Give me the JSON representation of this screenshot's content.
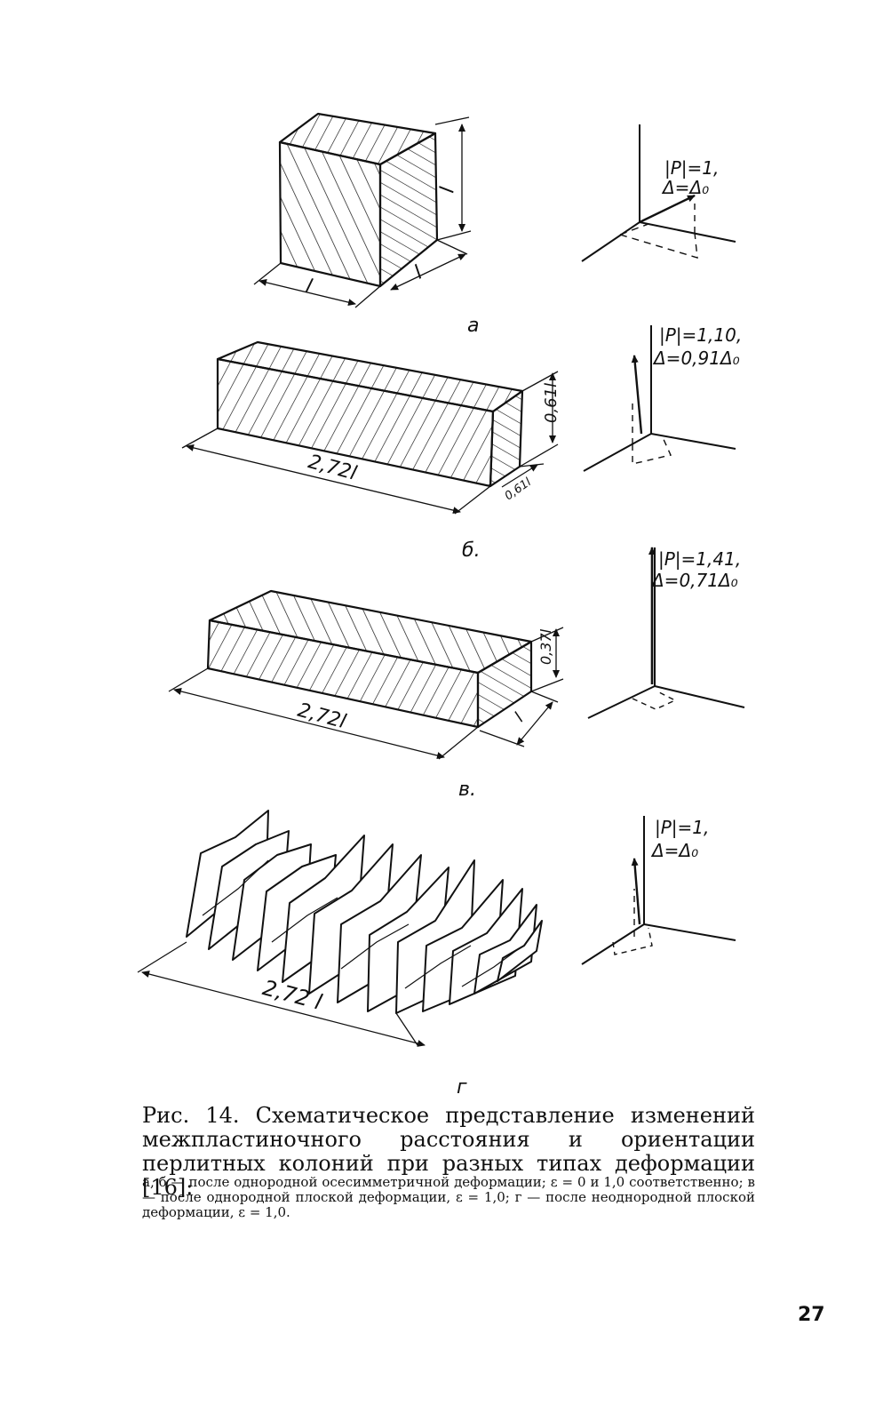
{
  "panels": {
    "a": {
      "letter": "а",
      "dim_side": "l",
      "dim_height": "l",
      "dim_depth": "l",
      "p_label": "|P|=1,",
      "delta_label": "Δ=Δ₀"
    },
    "b": {
      "letter": "б.",
      "dim_length": "2,72l",
      "dim_height": "0,61l",
      "dim_depth": "0,61l",
      "p_label": "|P|=1,10,",
      "delta_label": "Δ=0,91Δ₀"
    },
    "v": {
      "letter": "в.",
      "dim_length": "2,72l",
      "dim_height": "0,37l",
      "dim_depth": "l",
      "p_label": "|P|=1,41,",
      "delta_label": "Δ=0,71Δ₀"
    },
    "g": {
      "letter": "г",
      "dim_length": "2,72 l",
      "p_label": "|P|=1,",
      "delta_label": "Δ=Δ₀"
    }
  },
  "caption": {
    "main": "Рис. 14. Схематическое представление изменений межпластиночного расстояния и ориентации перлитных колоний при разных типах деформации [16]:",
    "note": "а, б — после однородной осесимметричной деформации; ε = 0 и 1,0 соответственно; в — после однородной плоской деформации, ε = 1,0; г — после неоднородной плоской деформации, ε = 1,0."
  },
  "page_number": "27"
}
